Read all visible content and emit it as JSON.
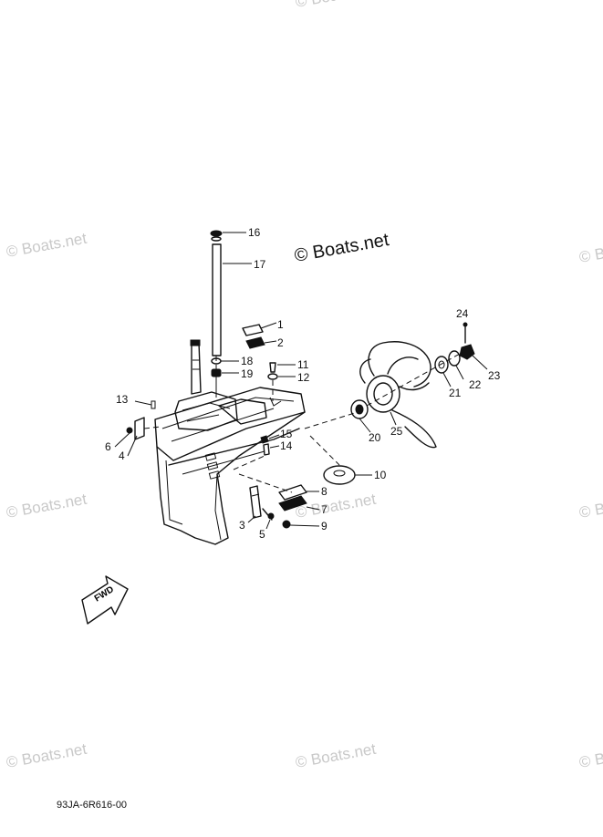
{
  "watermarks": {
    "main": "© Boats.net",
    "repeat": "© Boats.net"
  },
  "callouts": [
    "1",
    "2",
    "3",
    "4",
    "5",
    "6",
    "7",
    "8",
    "9",
    "10",
    "11",
    "12",
    "13",
    "14",
    "15",
    "16",
    "17",
    "18",
    "19",
    "20",
    "21",
    "22",
    "23",
    "24",
    "25"
  ],
  "arrow_label": "FWD",
  "diagram_code": "93JA-6R616-00"
}
